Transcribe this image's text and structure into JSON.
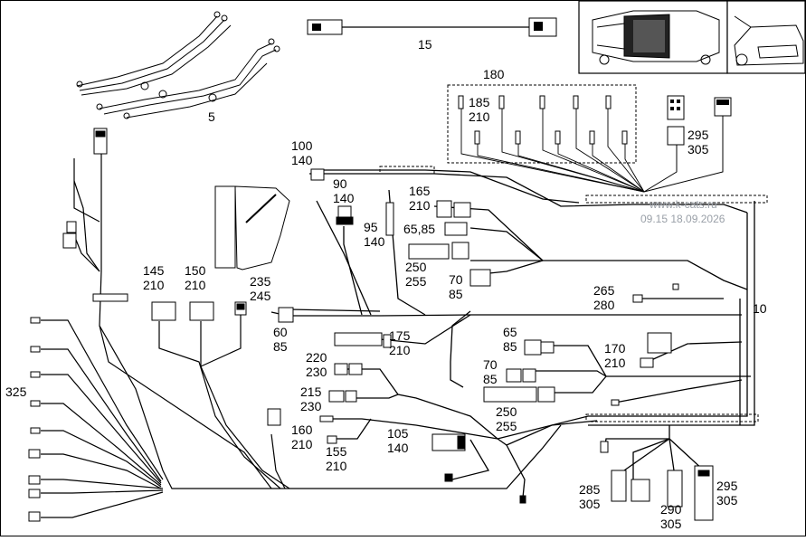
{
  "diagram": {
    "labels": [
      {
        "id": "l-15",
        "text": "15"
      },
      {
        "id": "l-5",
        "text": "5"
      },
      {
        "id": "l-180",
        "text": "180"
      },
      {
        "id": "l-185",
        "text": "185"
      },
      {
        "id": "l-210a",
        "text": "210"
      },
      {
        "id": "l-295a",
        "text": "295"
      },
      {
        "id": "l-305a",
        "text": "305"
      },
      {
        "id": "l-100",
        "text": "100"
      },
      {
        "id": "l-140a",
        "text": "140"
      },
      {
        "id": "l-90",
        "text": "90"
      },
      {
        "id": "l-140b",
        "text": "140"
      },
      {
        "id": "l-165",
        "text": "165"
      },
      {
        "id": "l-210b",
        "text": "210"
      },
      {
        "id": "l-95",
        "text": "95"
      },
      {
        "id": "l-140c",
        "text": "140"
      },
      {
        "id": "l-6585a",
        "text": "65,85"
      },
      {
        "id": "l-250a",
        "text": "250"
      },
      {
        "id": "l-255a",
        "text": "255"
      },
      {
        "id": "l-70a",
        "text": "70"
      },
      {
        "id": "l-85a",
        "text": "85"
      },
      {
        "id": "l-145",
        "text": "145"
      },
      {
        "id": "l-210c",
        "text": "210"
      },
      {
        "id": "l-150",
        "text": "150"
      },
      {
        "id": "l-210d",
        "text": "210"
      },
      {
        "id": "l-235",
        "text": "235"
      },
      {
        "id": "l-245",
        "text": "245"
      },
      {
        "id": "l-265",
        "text": "265"
      },
      {
        "id": "l-280",
        "text": "280"
      },
      {
        "id": "l-10",
        "text": "10"
      },
      {
        "id": "l-60",
        "text": "60"
      },
      {
        "id": "l-85b",
        "text": "85"
      },
      {
        "id": "l-175",
        "text": "175"
      },
      {
        "id": "l-210e",
        "text": "210"
      },
      {
        "id": "l-65",
        "text": "65"
      },
      {
        "id": "l-85c",
        "text": "85"
      },
      {
        "id": "l-170",
        "text": "170"
      },
      {
        "id": "l-210f",
        "text": "210"
      },
      {
        "id": "l-220",
        "text": "220"
      },
      {
        "id": "l-230a",
        "text": "230"
      },
      {
        "id": "l-70b",
        "text": "70"
      },
      {
        "id": "l-85d",
        "text": "85"
      },
      {
        "id": "l-325",
        "text": "325"
      },
      {
        "id": "l-215",
        "text": "215"
      },
      {
        "id": "l-230b",
        "text": "230"
      },
      {
        "id": "l-250b",
        "text": "250"
      },
      {
        "id": "l-255b",
        "text": "255"
      },
      {
        "id": "l-160",
        "text": "160"
      },
      {
        "id": "l-210g",
        "text": "210"
      },
      {
        "id": "l-105",
        "text": "105"
      },
      {
        "id": "l-140d",
        "text": "140"
      },
      {
        "id": "l-155",
        "text": "155"
      },
      {
        "id": "l-210h",
        "text": "210"
      },
      {
        "id": "l-285",
        "text": "285"
      },
      {
        "id": "l-305b",
        "text": "305"
      },
      {
        "id": "l-290",
        "text": "290"
      },
      {
        "id": "l-305c",
        "text": "305"
      },
      {
        "id": "l-295b",
        "text": "295"
      },
      {
        "id": "l-305d",
        "text": "305"
      }
    ],
    "watermark": {
      "line1": "www.k-cats.ru",
      "line2": "09.15 18.09.2026"
    }
  }
}
